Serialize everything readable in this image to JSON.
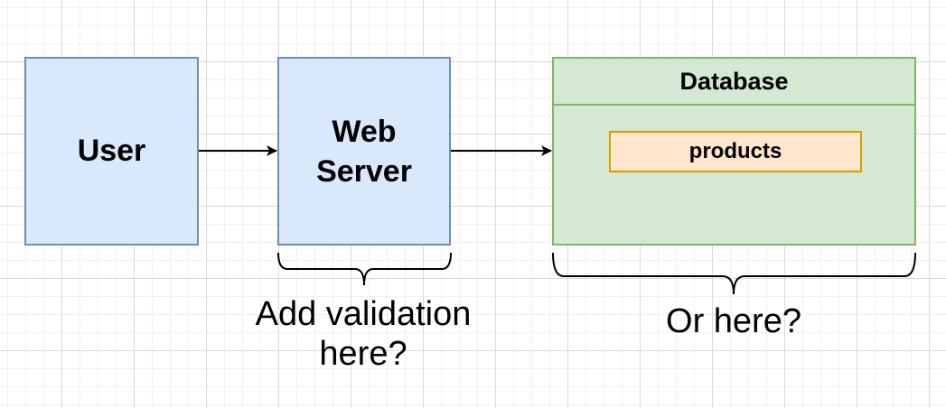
{
  "nodes": {
    "user": "User",
    "web_server": [
      "Web",
      "Server"
    ],
    "database": "Database",
    "products": "products"
  },
  "annotations": {
    "server": [
      "Add validation",
      "here?"
    ],
    "database": "Or here?"
  },
  "colors": {
    "blue_fill": "#dae8fc",
    "blue_stroke": "#6c8ebf",
    "green_fill": "#d5e8d4",
    "green_stroke": "#82b366",
    "orange_fill": "#ffe6cc",
    "orange_stroke": "#d79b00"
  }
}
